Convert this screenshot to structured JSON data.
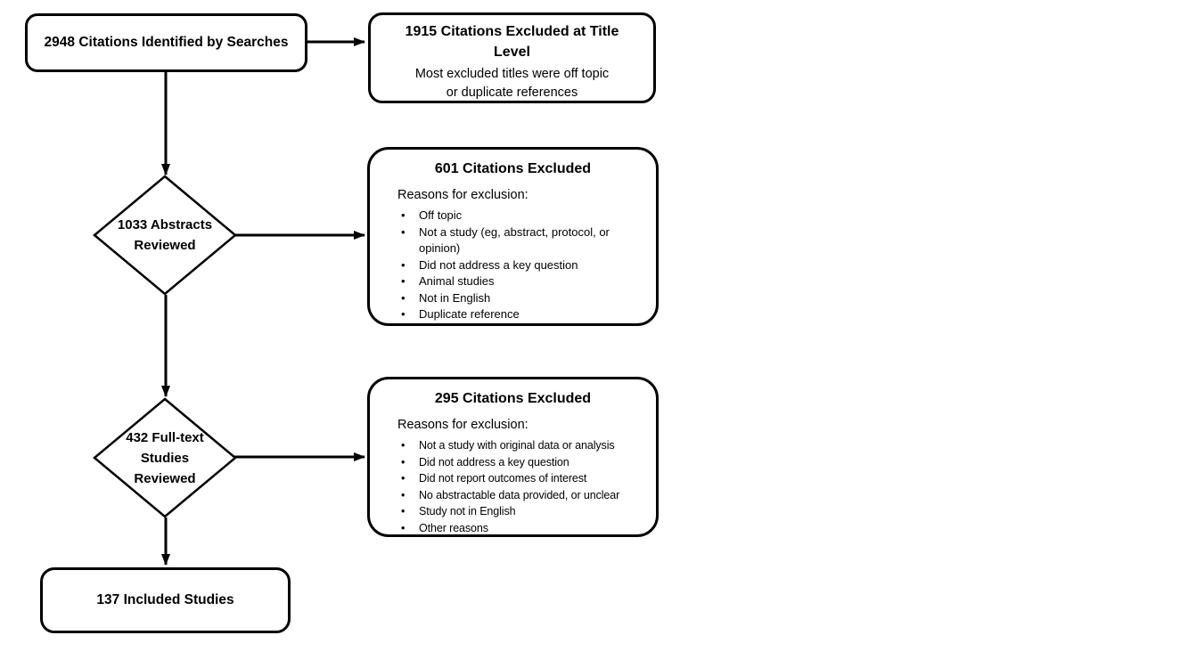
{
  "colors": {
    "line": "#000000",
    "node_fill": "#ffffff",
    "text": "#000000",
    "background": "#ffffff"
  },
  "flow": {
    "identified": {
      "label": "2948 Citations Identified by Searches"
    },
    "title_excluded": {
      "title": "1915 Citations Excluded at Title Level",
      "note": "Most excluded titles were off topic or duplicate references"
    },
    "abstracts_reviewed": {
      "label": "1033 Abstracts Reviewed"
    },
    "abstracts_excluded": {
      "title": "601 Citations Excluded",
      "reasons_heading": "Reasons for exclusion:",
      "reasons": [
        "Off topic",
        "Not a study (eg, abstract, protocol, or opinion)",
        "Did not address a key question",
        "Animal studies",
        "Not in English",
        "Duplicate reference"
      ]
    },
    "fulltext_reviewed": {
      "label": "432 Full-text Studies Reviewed"
    },
    "fulltext_excluded": {
      "title": "295 Citations Excluded",
      "reasons_heading": "Reasons for exclusion:",
      "reasons": [
        "Not a study with original data or analysis",
        "Did not address a key question",
        "Did not report outcomes of interest",
        "No abstractable data provided, or unclear",
        "Study not in English",
        "Other reasons"
      ]
    },
    "included": {
      "label": "137 Included Studies"
    }
  }
}
